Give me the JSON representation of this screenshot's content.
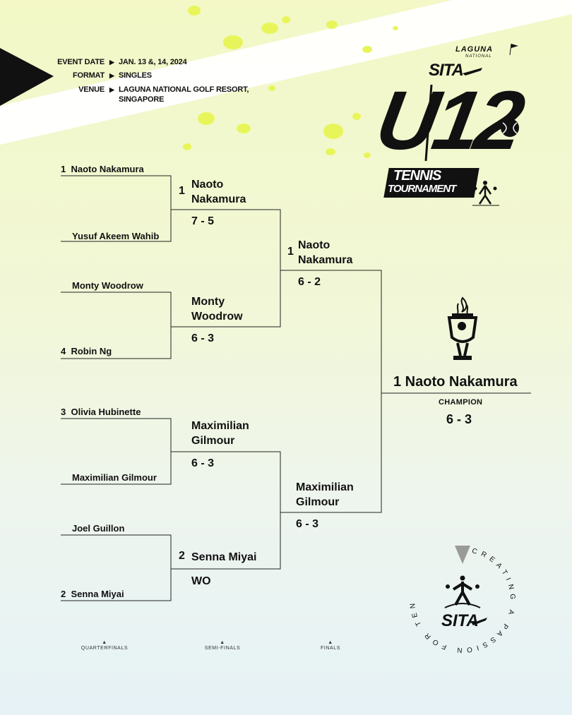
{
  "event": {
    "rows": [
      {
        "label": "EVENT DATE",
        "value": "JAN. 13 &, 14, 2024"
      },
      {
        "label": "FORMAT",
        "value": "SINGLES"
      },
      {
        "label": "VENUE",
        "value": "LAGUNA NATIONAL GOLF RESORT,"
      }
    ],
    "venue_line2": "SINGAPORE"
  },
  "logo": {
    "laguna": "LAGUNA",
    "national": "NATIONAL",
    "sita": "SITA",
    "u": "U",
    "twelve": "12",
    "tennis": "TENNIS",
    "tournament": "TOURNAMENT"
  },
  "quarterfinals": [
    {
      "seed": "1",
      "name": "Naoto Nakamura"
    },
    {
      "seed": "",
      "name": "Yusuf Akeem Wahib"
    },
    {
      "seed": "",
      "name": "Monty Woodrow"
    },
    {
      "seed": "4",
      "name": "Robin Ng"
    },
    {
      "seed": "3",
      "name": "Olivia Hubinette"
    },
    {
      "seed": "",
      "name": "Maximilian Gilmour"
    },
    {
      "seed": "",
      "name": "Joel Guillon"
    },
    {
      "seed": "2",
      "name": "Senna Miyai"
    }
  ],
  "semifinals": [
    {
      "seed": "1",
      "line1": "Naoto",
      "line2": "Nakamura",
      "score": "7 - 5"
    },
    {
      "seed": "",
      "line1": "Monty",
      "line2": "Woodrow",
      "score": "6 - 3"
    },
    {
      "seed": "",
      "line1": "Maximilian",
      "line2": "Gilmour",
      "score": "6 - 3"
    },
    {
      "seed": "2",
      "line1": "Senna Miyai",
      "line2": "",
      "score": "WO"
    }
  ],
  "finals": [
    {
      "seed": "1",
      "line1": "Naoto",
      "line2": "Nakamura",
      "score": "6 - 2"
    },
    {
      "seed": "",
      "line1": "Maximilian",
      "line2": "Gilmour",
      "score": "6 - 3"
    }
  ],
  "champion": {
    "name": "1  Naoto Nakamura",
    "label": "CHAMPION",
    "score": "6 - 3"
  },
  "round_labels": [
    "QUARTERFINALS",
    "SEMI-FINALS",
    "FINALS"
  ],
  "badge": {
    "text": "CREATING A PASSION FOR TENNIS",
    "sita": "SITA"
  },
  "colors": {
    "background_top": "#f3f8c6",
    "background_bottom": "#e6f2f6",
    "splatter": "#e8f55a",
    "ink": "#111111"
  }
}
